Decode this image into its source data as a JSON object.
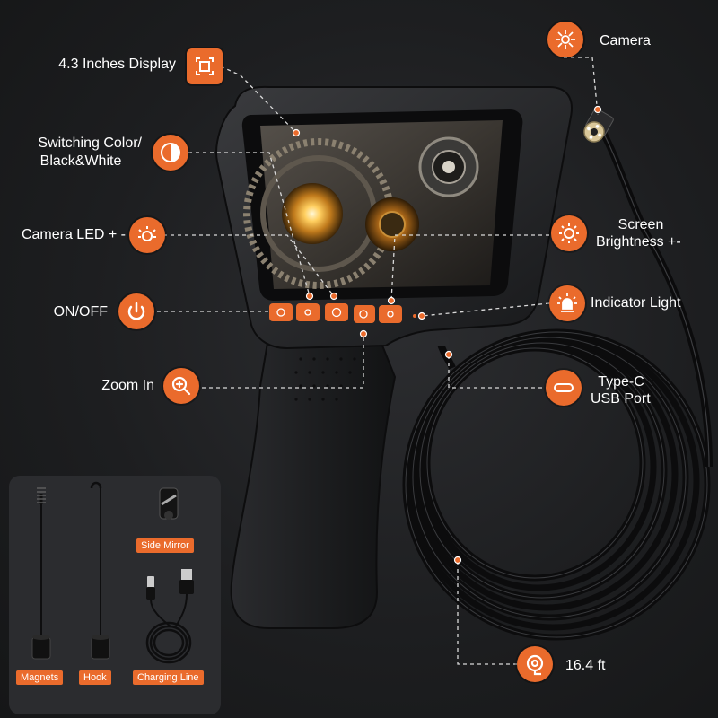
{
  "colors": {
    "accent": "#ea6b2c",
    "background": "#1b1c1e",
    "text": "#ffffff"
  },
  "callouts": {
    "display": {
      "label": "4.3 Inches Display",
      "icon": "frame-icon"
    },
    "switching": {
      "line1": "Switching Color/",
      "line2": "Black&White",
      "icon": "contrast-icon"
    },
    "camera_led": {
      "label": "Camera LED + -",
      "icon": "led-bulb-icon"
    },
    "on_off": {
      "label": "ON/OFF",
      "icon": "power-icon"
    },
    "zoom_in": {
      "label": "Zoom In",
      "icon": "zoom-in-icon"
    },
    "camera": {
      "label": "Camera",
      "icon": "camera-lens-icon"
    },
    "brightness": {
      "line1": "Screen",
      "line2": "Brightness +-",
      "icon": "sun-icon"
    },
    "indicator": {
      "label": "Indicator Light",
      "icon": "indicator-lamp-icon"
    },
    "typec": {
      "line1": "Type-C",
      "line2": "USB Port",
      "icon": "usb-c-icon"
    },
    "cable_length": {
      "label": "16.4 ft",
      "icon": "cable-coil-icon"
    }
  },
  "accessories": {
    "magnets": "Magnets",
    "hook": "Hook",
    "side_mirror": "Side Mirror",
    "charging_line": "Charging Line"
  }
}
